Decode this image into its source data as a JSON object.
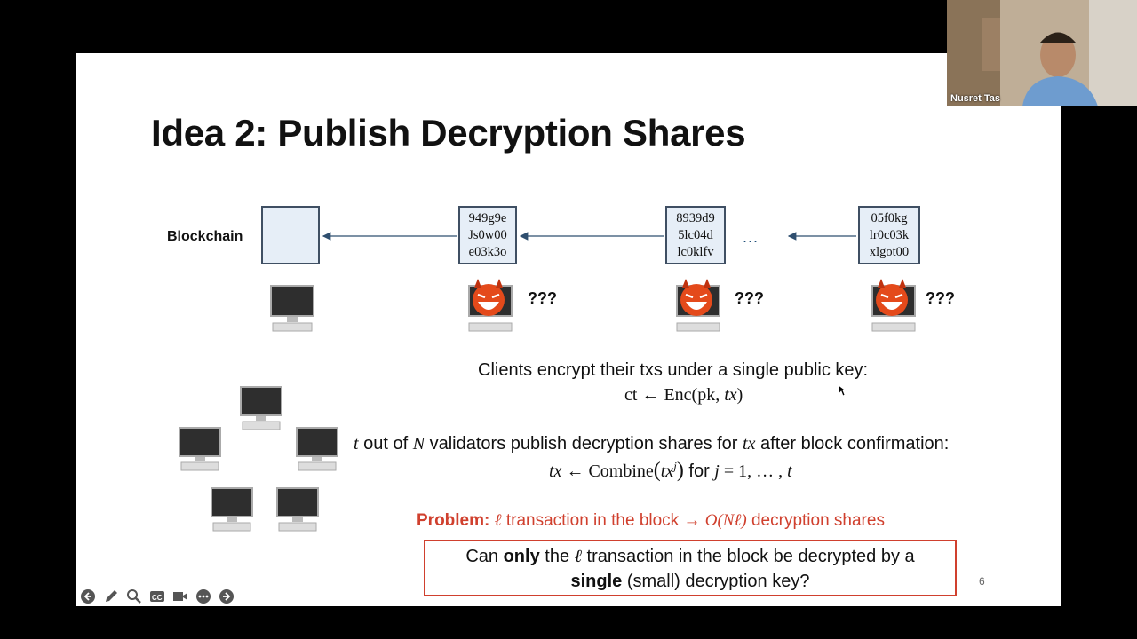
{
  "slide": {
    "title": "Idea 2: Publish Decryption Shares",
    "blockchain_label": "Blockchain",
    "blocks": [
      {
        "lines": [
          "949g9e",
          "Js0w00",
          "e03k3o"
        ]
      },
      {
        "lines": [
          "8939d9",
          "5lc04d",
          "lc0klfv"
        ]
      },
      {
        "lines": [
          "05f0kg",
          "lr0c03k",
          "xlgot00"
        ]
      }
    ],
    "ellipsis": "...",
    "question_marks": "???",
    "clients_text": "Clients encrypt their txs under a single public key:",
    "ct_equation": {
      "lhs": "ct",
      "arrow": "←",
      "fn": "Enc(pk, ",
      "var": "tx",
      "close": ")"
    },
    "validators_text": {
      "t": "t",
      "part1": " out of ",
      "N": "N",
      "part2": " validators publish decryption shares for ",
      "tx": "tx",
      "part3": " after block confirmation:"
    },
    "combine_equation": {
      "tx": "tx",
      "arrow": " ← ",
      "fn": "Combine",
      "arg": "tx",
      "sup": "j",
      "for_text": " for ",
      "j": "j",
      "range": " = 1, … , ",
      "t": "t"
    },
    "problem": {
      "label": "Problem:",
      "ell": "ℓ",
      "text": " transaction in the block → ",
      "big_o": "O(Nℓ)",
      "tail": " decryption shares"
    },
    "question": {
      "p1": "Can ",
      "only": "only",
      "p2": " the ",
      "ell": "ℓ",
      "p3": " transaction in the block be decrypted by a",
      "single": "single",
      "p4": " (small) decryption key?"
    },
    "page_number": "6"
  },
  "webcam": {
    "name": "Nusret Tas"
  },
  "toolbar": {
    "icons": [
      "back-arrow-icon",
      "pen-icon",
      "zoom-icon",
      "captions-icon",
      "video-icon",
      "more-icon",
      "forward-arrow-icon"
    ]
  },
  "colors": {
    "accent_red": "#d0402e",
    "block_border": "#3f4f63",
    "block_fill": "#e6eef7",
    "arrow": "#2f4f6f"
  }
}
